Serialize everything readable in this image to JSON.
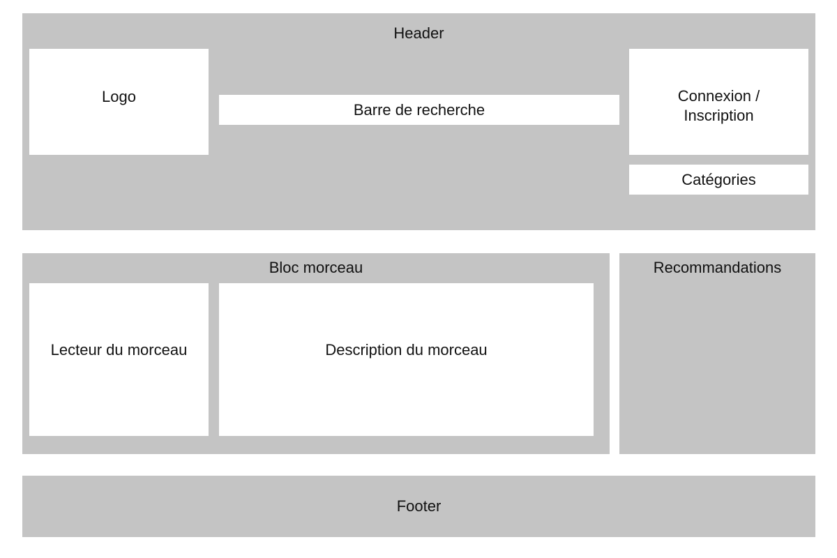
{
  "header": {
    "title": "Header",
    "logo": "Logo",
    "search": "Barre de recherche",
    "login": "Connexion / Inscription",
    "categories": "Catégories"
  },
  "main": {
    "track_block": {
      "title": "Bloc morceau",
      "player": "Lecteur du morceau",
      "description": "Description du morceau"
    },
    "recommendations": {
      "title": "Recommandations"
    }
  },
  "footer": {
    "title": "Footer"
  },
  "colors": {
    "block_gray": "#c4c4c4",
    "inner_white": "#ffffff",
    "text": "#111111"
  }
}
